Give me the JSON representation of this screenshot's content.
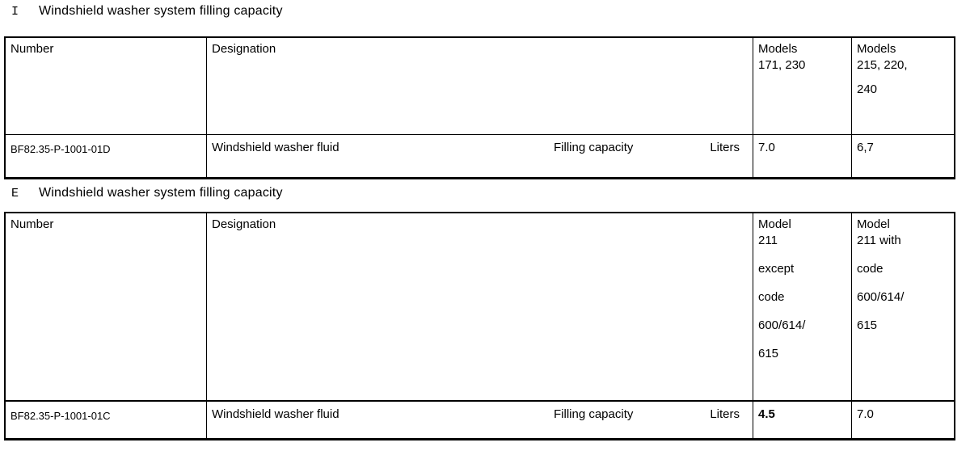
{
  "page": {
    "background": "#ffffff",
    "ink": "#000000"
  },
  "sections": [
    {
      "prefix": "I",
      "title": "Windshield washer system filling capacity",
      "columns": {
        "number_label": "Number",
        "designation_label": "Designation",
        "model_a": {
          "tight": [
            "Models",
            "171, 230"
          ],
          "spaced": []
        },
        "model_b": {
          "tight": [
            "Models",
            "215, 220,"
          ],
          "spaced": [
            "240"
          ]
        }
      },
      "row": {
        "number": "BF82.35-P-1001-01D",
        "designation": "Windshield washer fluid",
        "attribute": "Filling capacity",
        "unit": "Liters",
        "value_a": "7.0",
        "value_b": "6,7"
      }
    },
    {
      "prefix": "E",
      "title": "Windshield washer system filling capacity",
      "columns": {
        "number_label": "Number",
        "designation_label": "Designation",
        "model_a": {
          "tight": [
            "Model",
            "211"
          ],
          "spaced": [
            "except",
            "code",
            "600/614/",
            "615"
          ]
        },
        "model_b": {
          "tight": [
            "Model",
            "211 with"
          ],
          "spaced": [
            "code",
            "600/614/",
            "615"
          ]
        }
      },
      "row": {
        "number": "BF82.35-P-1001-01C",
        "designation": "Windshield washer fluid",
        "attribute": "Filling capacity",
        "unit": "Liters",
        "value_a": "4.5",
        "value_b": "7.0"
      }
    }
  ]
}
